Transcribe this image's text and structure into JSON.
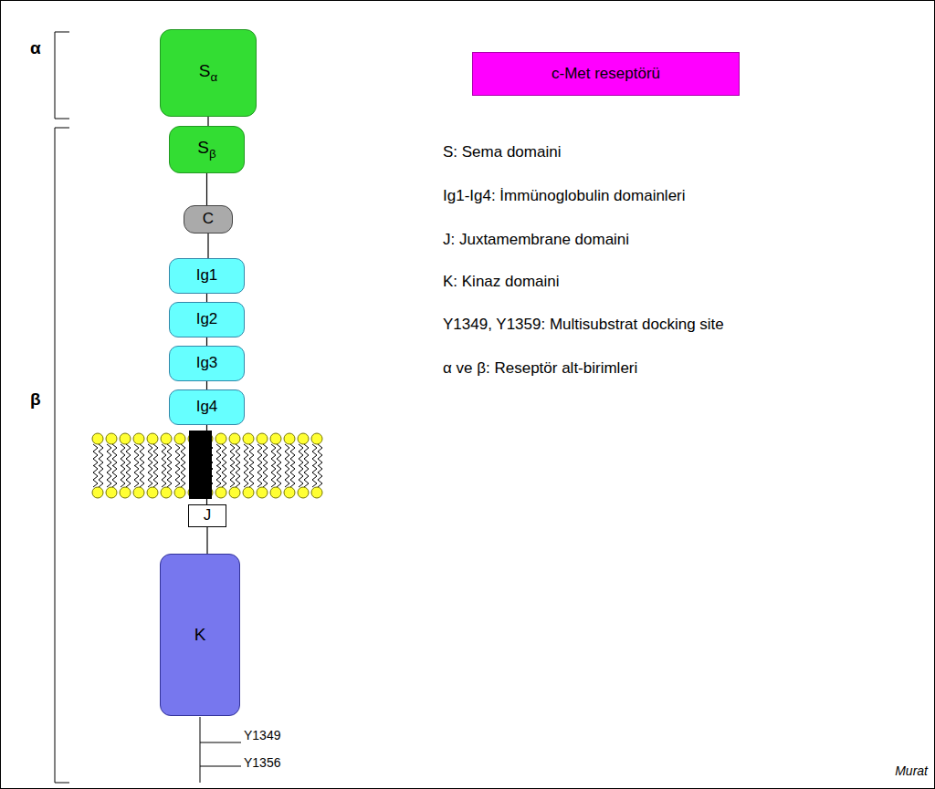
{
  "diagram": {
    "nodes": [
      {
        "text": [
          "Sα"
        ]
      },
      {
        "text": [
          "Sβ"
        ]
      },
      {
        "text": [
          "C"
        ]
      },
      {
        "text": [
          "Ig1"
        ]
      },
      {
        "text": [
          "Ig2"
        ]
      },
      {
        "text": [
          "Ig3"
        ]
      },
      {
        "text": [
          "Ig4"
        ]
      },
      {
        "text": [
          "J"
        ]
      },
      {
        "text": [
          "K"
        ]
      },
      {
        "text": [
          "c-Met reseptörü"
        ]
      }
    ],
    "edges": [
      {
        "from": 0,
        "to": 1,
        "arrow": "none"
      },
      {
        "from": 1,
        "to": 2,
        "arrow": "none"
      },
      {
        "from": 2,
        "to": 3,
        "arrow": "none"
      },
      {
        "from": 3,
        "to": 4,
        "arrow": "none"
      },
      {
        "from": 4,
        "to": 5,
        "arrow": "none"
      },
      {
        "from": 5,
        "to": 6,
        "arrow": "none"
      },
      {
        "from": 6,
        "to": 7,
        "arrow": "none"
      },
      {
        "from": 7,
        "to": 8,
        "arrow": "none"
      }
    ],
    "labels": [
      "α",
      "β",
      "S: Sema domaini",
      "Ig1-Ig4: İmmünoglobulin domainleri",
      "J: Juxtamembrane domaini",
      "K: Kinaz domaini",
      "Y1349, Y1359: Multisubstrat docking site",
      "α ve β: Reseptör alt-birimleri",
      "Y1349",
      "Y1356",
      "Murat"
    ]
  }
}
